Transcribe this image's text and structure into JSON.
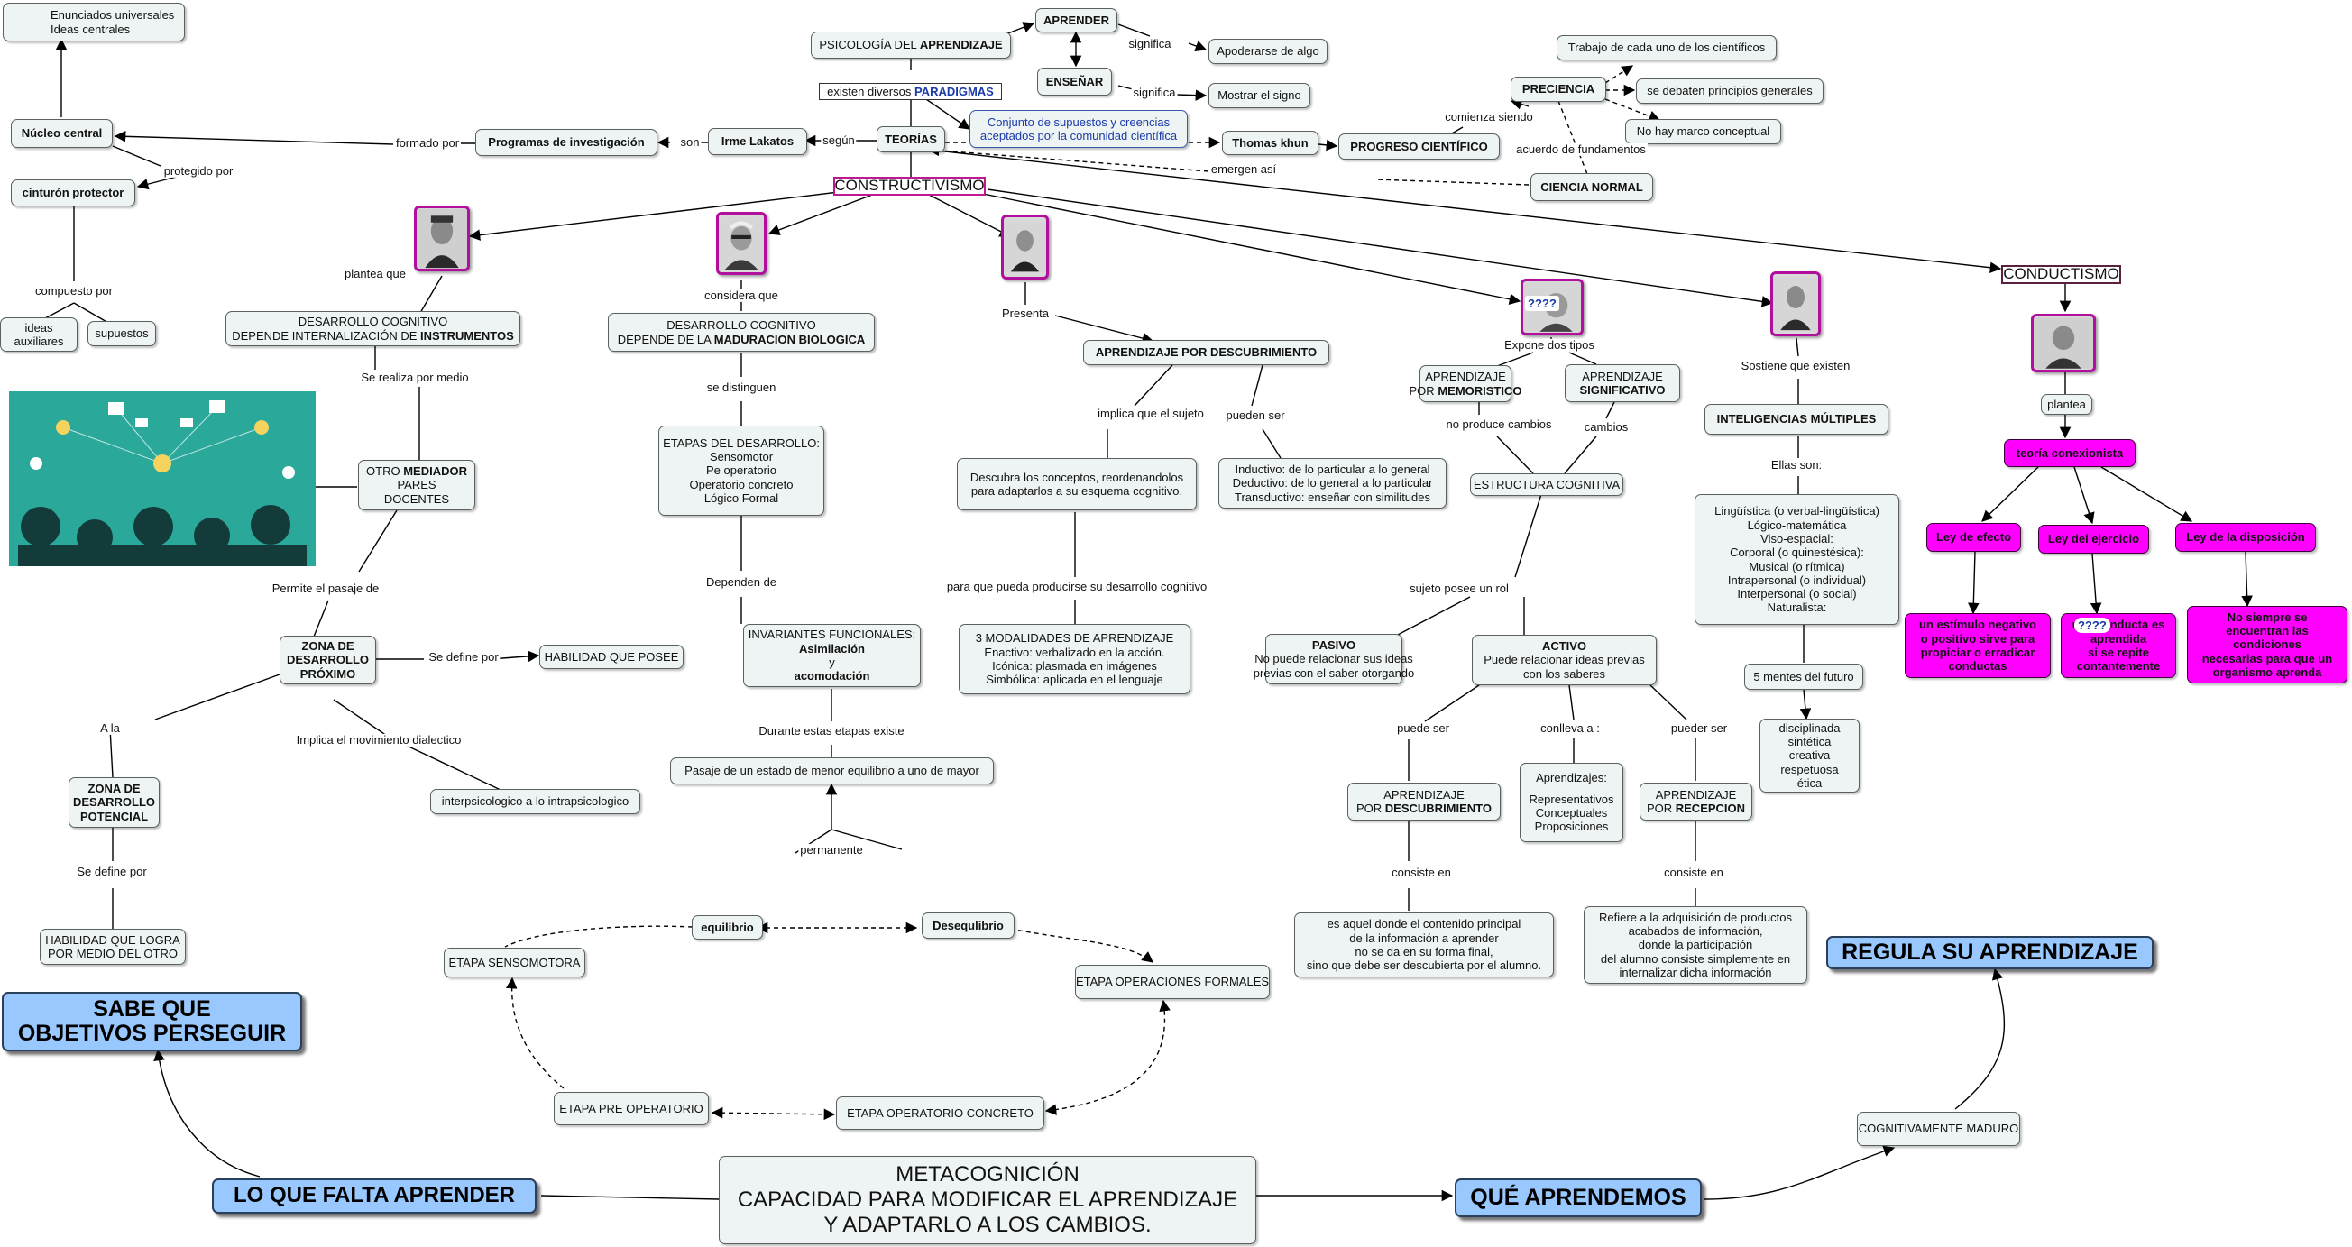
{
  "nodes": {
    "aprender": "APRENDER",
    "ensenar": "ENSEÑAR",
    "significa_1": "significa",
    "significa_2": "significa",
    "apoderarse": "Apoderarse de algo",
    "mostrar_signo": "Mostrar el signo",
    "psicologia": [
      "PSICOLOGÍA DEL ",
      "APRENDIZAJE"
    ],
    "paradigmas": [
      "existen diversos ",
      "PARADIGMAS"
    ],
    "conjunto": [
      "Conjunto de supuestos y creencias",
      "aceptados por la comunidad científica"
    ],
    "teorias": "TEORÍAS",
    "thomas_khun": "Thomas khun",
    "progreso": "PROGRESO CIENTÍFICO",
    "preciencia": "PRECIENCIA",
    "trabajo": "Trabajo de cada uno de los científicos",
    "debaten": "se debaten principios generales",
    "no_marco": "No hay marco conceptual",
    "ciencia_normal": "CIENCIA NORMAL",
    "enunciados": [
      "Enunciados universales",
      "Ideas centrales"
    ],
    "nucleo": "Núcleo central",
    "cinturon": "cinturón protector",
    "ideas_aux": [
      "ideas",
      "auxiliares"
    ],
    "supuestos": "supuestos",
    "programas": "Programas de investigación",
    "lakatos": "Irme Lakatos",
    "constructivismo": "CONSTRUCTIVISMO",
    "conductismo": "CONDUCTISMO",
    "dc_instrumentos": [
      "DESARROLLO COGNITIVO",
      "DEPENDE INTERNALIZACIÓN DE ",
      "INSTRUMENTOS"
    ],
    "dc_maduracion": [
      "DESARROLLO COGNITIVO",
      "DEPENDE DE LA ",
      "MADURACION BIOLOGICA"
    ],
    "otro_mediador": [
      "OTRO ",
      "MEDIADOR",
      "PARES",
      "DOCENTES"
    ],
    "zdp": [
      "ZONA DE",
      "DESARROLLO",
      "PRÓXIMO"
    ],
    "habilidad_posee": "HABILIDAD QUE POSEE",
    "interpsico": "interpsicologico a lo intrapsicologico",
    "zdpot": [
      "ZONA DE",
      "DESARROLLO",
      "POTENCIAL"
    ],
    "habilidad_logra": [
      "HABILIDAD QUE LOGRA",
      "POR MEDIO DEL OTRO"
    ],
    "etapas": [
      "ETAPAS DEL DESARROLLO:",
      "Sensomotor",
      "Pe operatorio",
      "Operatorio concreto",
      "Lógico Formal"
    ],
    "invariantes": [
      "INVARIANTES FUNCIONALES:",
      "Asimilación",
      "y",
      "acomodación"
    ],
    "pasaje": "Pasaje de un estado de menor equilibrio a uno de mayor",
    "equilibrio": "equilibrio",
    "desequilibrio": "Desequlibrio",
    "etapa_senso": "ETAPA SENSOMOTORA",
    "etapa_pre": "ETAPA PRE OPERATORIO",
    "etapa_conc": "ETAPA OPERATORIO CONCRETO",
    "etapa_form": "ETAPA OPERACIONES FORMALES",
    "apr_desc": "APRENDIZAJE POR DESCUBRIMIENTO",
    "descubra": [
      "Descubra los conceptos, reordenandolos",
      "para adaptarlos a su esquema cognitivo."
    ],
    "inductivo": [
      "Inductivo: de lo particular a lo general",
      "Deductivo: de lo general a lo particular",
      "Transductivo: enseñar con similitudes"
    ],
    "modalidades": [
      "3 MODALIDADES DE APRENDIZAJE",
      "Enactivo: verbalizado en la acción.",
      "Icónica: plasmada en imágenes",
      "Simbólica: aplicada en el lenguaje"
    ],
    "ausubel_q": "????",
    "apr_memo": [
      "APRENDIZAJE",
      "POR ",
      "MEMORISTICO"
    ],
    "apr_sig": [
      "APRENDIZAJE",
      "SIGNIFICATIVO"
    ],
    "estructura": "ESTRUCTURA COGNITIVA",
    "pasivo": [
      "PASIVO",
      "No puede relacionar sus ideas",
      "previas con el saber otorgando"
    ],
    "activo": [
      "ACTIVO",
      "Puede relacionar ideas previas",
      "con los saberes"
    ],
    "apr_descub2": [
      "APRENDIZAJE",
      "POR ",
      "DESCUBRIMIENTO"
    ],
    "aprendizajes": [
      "Aprendizajes:",
      "",
      "Representativos",
      "Conceptuales",
      "Proposiciones"
    ],
    "apr_recep": [
      "APRENDIZAJE",
      "POR ",
      "RECEPCION"
    ],
    "es_aquel": [
      "es aquel donde el contenido principal",
      "de la información a aprender",
      "no se da en su forma final,",
      "sino que debe ser descubierta por el alumno."
    ],
    "refiere": [
      "Refiere a la adquisición de productos",
      "acabados de información,",
      "donde la participación",
      "del alumno consiste simplemente en",
      "internalizar dicha información"
    ],
    "intel": "INTELIGENCIAS MÚLTIPLES",
    "intel_list": [
      "Lingüística (o verbal-lingüística)",
      "Lógico-matemática",
      "Viso-espacial:",
      "Corporal (o quinestésica):",
      "Musical (o rítmica)",
      "Intrapersonal (o individual)",
      "Interpersonal (o social)",
      "Naturalista:"
    ],
    "cinco_mentes": "5 mentes del futuro",
    "disciplinada": [
      "disciplinada",
      "sintética",
      "creativa",
      "respetuosa",
      "ética"
    ],
    "plantea_box": "plantea",
    "teoria_conex": "teoría conexionista",
    "ley_efecto": "Ley de efecto",
    "ley_ejercicio": "Ley del ejercicio",
    "ley_disposicion": "Ley de la disposición",
    "estimulo": [
      "un estímulo negativo",
      "o positivo sirve para",
      "propiciar o erradicar",
      "conductas"
    ],
    "conducta": [
      "una conducta es",
      "aprendida",
      "si se repite",
      "contantemente"
    ],
    "conducta_q": "????",
    "no_siempre": [
      "No siempre se",
      "encuentran las",
      "condiciones",
      "necesarias para que un",
      "organismo aprenda"
    ],
    "metacog": [
      "METACOGNICIÓN",
      "CAPACIDAD PARA MODIFICAR EL APRENDIZAJE",
      "Y ADAPTARLO A LOS CAMBIOS."
    ],
    "falta": "LO QUE FALTA APRENDER",
    "sabe": [
      "SABE QUE",
      "OBJETIVOS PERSEGUIR"
    ],
    "que_apr": "QUÉ APRENDEMOS",
    "cognit": "COGNITIVAMENTE MADURO",
    "regula": "REGULA SU APRENDIZAJE"
  },
  "labels": {
    "comienza": "comienza siendo",
    "acuerdo": "acuerdo de fundamentos",
    "emergen": "emergen así",
    "formado": "formado por",
    "son": "son",
    "segun": "según",
    "protegido": "protegido por",
    "compuesto": "compuesto por",
    "plantea_que": "plantea que",
    "realiza": "Se realiza por medio",
    "permite": "Permite el pasaje de",
    "define_por_1": "Se define por",
    "a_la": "A la",
    "implica_mov": "Implica el movimiento dialectico",
    "define_por_2": "Se define por",
    "considera": "considera que",
    "distinguen": "se distinguen",
    "dependen": "Dependen de",
    "durante": "Durante estas etapas existe",
    "permanente": "permanente",
    "presenta": "Presenta",
    "implica_sujeto": "implica que el sujeto",
    "pueden_ser": "pueden ser",
    "para_que": "para que pueda producirse su desarrollo cognitivo",
    "expone": "Expone dos tipos",
    "no_produce": "no produce cambios",
    "cambios": "cambios",
    "sujeto_rol": "sujeto posee un rol",
    "puede_ser": "puede ser",
    "conlleva": "conlleva a :",
    "pueder_ser": "pueder ser",
    "consiste_1": "consiste en",
    "consiste_2": "consiste en",
    "sostiene": "Sostiene que existen",
    "ellas_son": "Ellas son:"
  }
}
